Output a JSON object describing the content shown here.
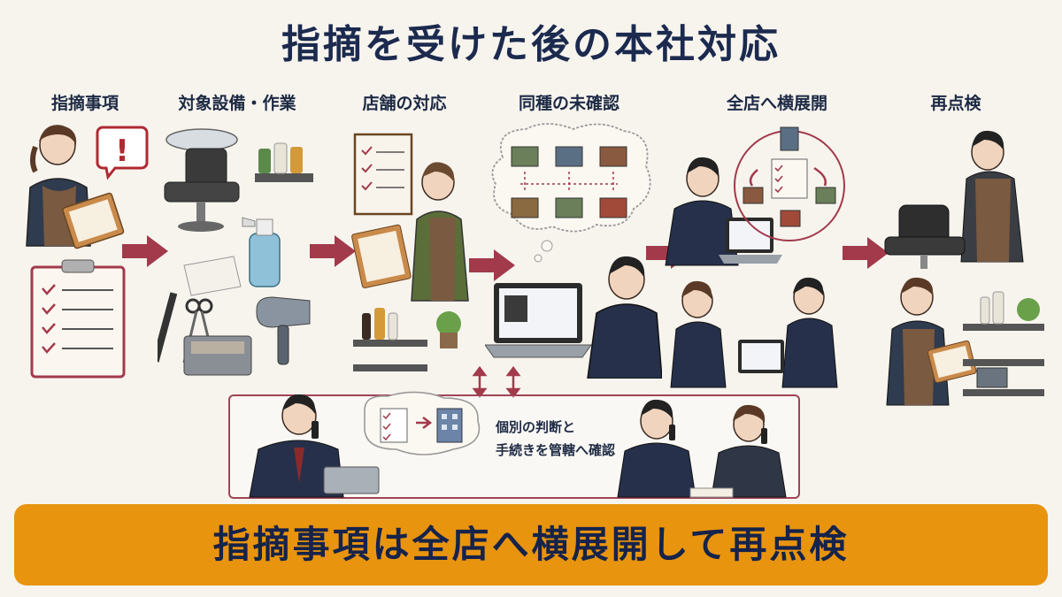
{
  "title": "指摘を受けた後の本社対応",
  "steps": [
    {
      "label": "指摘事項"
    },
    {
      "label": "対象設備・作業"
    },
    {
      "label": "店舗の対応"
    },
    {
      "label": "同種の未確認"
    },
    {
      "label": "全店へ横展開"
    },
    {
      "label": "再点検"
    }
  ],
  "alert_symbol": "!",
  "head_office": {
    "line1": "個別の判断と",
    "line2": "手続きを管轄へ確認"
  },
  "banner": "指摘事項は全店へ横展開して再点検",
  "colors": {
    "arrow": "#a23a4c",
    "banner": "#e8940f",
    "navy": "#1b2a4e",
    "frame": "#a04456"
  }
}
